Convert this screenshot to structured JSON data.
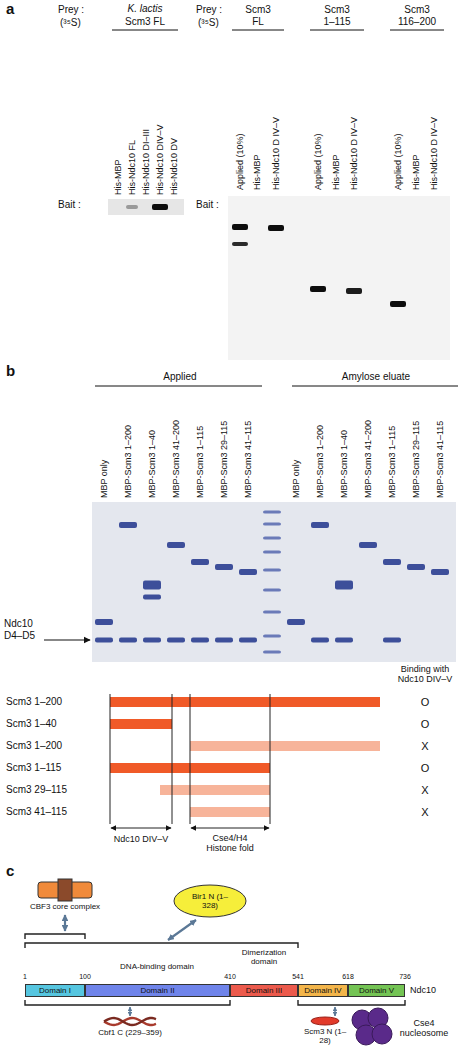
{
  "diagram": {
    "nodes": [
      {
        "text": [
          "CBF3 core complex"
        ]
      },
      {
        "text": [
          "Bir1 N (1–328)"
        ]
      },
      {
        "text": [
          "Domain I"
        ]
      },
      {
        "text": [
          "Domain II"
        ]
      },
      {
        "text": [
          "Domain III"
        ]
      },
      {
        "text": [
          "Domain IV"
        ]
      },
      {
        "text": [
          "Domain V"
        ]
      },
      {
        "text": [
          "Cbf1 C (229–359)"
        ]
      },
      {
        "text": [
          "Scm3 N (1–28)"
        ]
      },
      {
        "text": [
          "Cse4 nucleosome"
        ]
      }
    ],
    "labels": [
      "a",
      "Prey :",
      "(³⁵S)",
      "K. lactis",
      "Scm3 FL",
      "His-MBP",
      "His-Ndc10 FL",
      "His-Ndc10 DI–III",
      "His-Ndc10 DIV–V",
      "His-Ndc10 DV",
      "Bait :",
      "Prey :",
      "(³⁵S)",
      "Scm3 FL",
      "Scm3 1–115",
      "Scm3 116–200",
      "Applied (10%)",
      "His-MBP",
      "His-Ndc10 D IV–V",
      "Applied (10%)",
      "His-MBP",
      "His-Ndc10 D IV–V",
      "Applied (10%)",
      "His-MBP",
      "His-Ndc10 D IV–V",
      "Bait :",
      "b",
      "Applied",
      "Amylose eluate",
      "MBP only",
      "MBP-Scm3 1–200",
      "MBP-Scm3 1–40",
      "MBP-Scm3 41–200",
      "MBP-Scm3 1–115",
      "MBP-Scm3 29–115",
      "MBP-Scm3 41–115",
      "MBP only",
      "MBP-Scm3 1–200",
      "MBP-Scm3 1–40",
      "MBP-Scm3 41–200",
      "MBP-Scm3 1–115",
      "MBP-Scm3 29–115",
      "MBP-Scm3 41–115",
      "Ndc10 D4–D5",
      "Binding with Ndc10 DIV–V",
      "Scm3 1–200",
      "Scm3 1–40",
      "Scm3 1–200",
      "Scm3 1–115",
      "Scm3 29–115",
      "Scm3 41–115",
      "O",
      "O",
      "X",
      "O",
      "X",
      "X",
      "Ndc10 DIV–V",
      "Cse4/H4 Histone fold",
      "c",
      "1",
      "100",
      "410",
      "541",
      "618",
      "736",
      "DNA-binding domain",
      "Dimerization domain",
      "Ndc10"
    ]
  }
}
